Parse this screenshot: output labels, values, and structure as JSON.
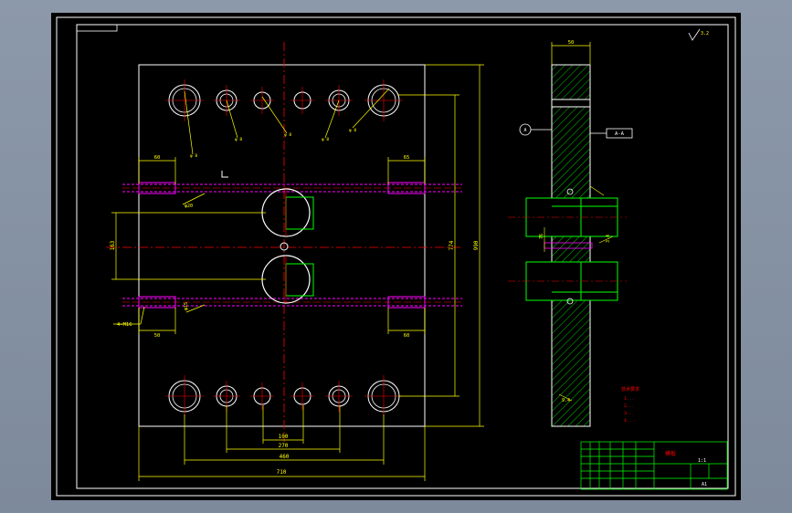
{
  "colors": {
    "background": "#000000",
    "outline": "#ffffff",
    "dimension": "#ffff00",
    "centerline": "#ff0000",
    "hole": "#ffffff",
    "cooling": "#ff00ff",
    "section_hatch": "#00ff00",
    "detail": "#00ff00",
    "leader": "#ffff00",
    "notes": "#ff0000",
    "title_block": "#00ff00"
  },
  "plan_view": {
    "dimensions": {
      "overall_width": "710",
      "overall_height": "990",
      "inner_height": "774",
      "span_100": "100",
      "span_270": "270",
      "span_460": "460",
      "left_offset_top": "60",
      "right_offset_top": "65",
      "left_offset_bottom": "50",
      "right_offset_bottom": "60",
      "vertical_pitch": "163"
    },
    "callouts": {
      "cooling_dia_top": "φ20",
      "cooling_dia_bottom": "φ15",
      "thread_callout": "4-M16",
      "leader_label_1": "φ 8",
      "leader_label_2": "φ 8",
      "leader_label_3": "φ 8",
      "leader_label_4": "φ 8",
      "leader_label_5": "φ 8"
    }
  },
  "section_view": {
    "width_dim": "50",
    "roughness": "3.2",
    "section_label": "A",
    "callout_box": "A-A",
    "small_dim_1": "3.4",
    "small_dim_2": "76",
    "small_dim_3": "9.4"
  },
  "notes": {
    "heading": "技术要求",
    "lines": [
      "1.  ...",
      "2.  ...",
      "3.  ...",
      "4.  ..."
    ]
  },
  "title_block": {
    "part_name": "模板",
    "scale": "1:1",
    "sheet": "A1"
  }
}
